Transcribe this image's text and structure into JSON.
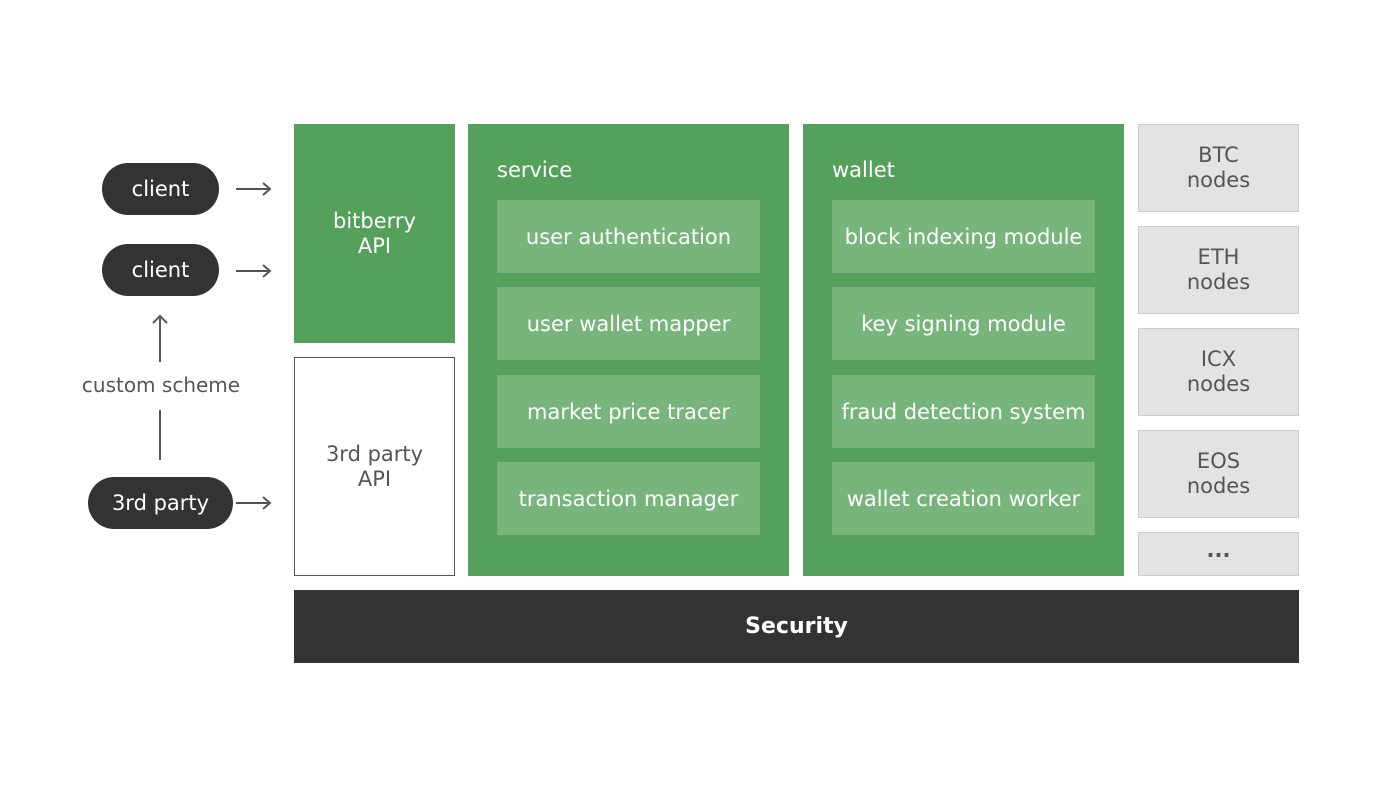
{
  "clients": [
    {
      "label": "client"
    },
    {
      "label": "client"
    },
    {
      "label": "3rd party"
    }
  ],
  "custom_scheme_label": "custom scheme",
  "bitberry_api": {
    "line1": "bitberry",
    "line2": "API"
  },
  "third_party_api": {
    "line1": "3rd party",
    "line2": "API"
  },
  "service": {
    "title": "service",
    "modules": [
      "user authentication",
      "user wallet mapper",
      "market price tracer",
      "transaction manager"
    ]
  },
  "wallet": {
    "title": "wallet",
    "modules": [
      "block indexing module",
      "key signing module",
      "fraud detection system",
      "wallet creation worker"
    ]
  },
  "nodes": [
    {
      "line1": "BTC",
      "line2": "nodes"
    },
    {
      "line1": "ETH",
      "line2": "nodes"
    },
    {
      "line1": "ICX",
      "line2": "nodes"
    },
    {
      "line1": "EOS",
      "line2": "nodes"
    },
    {
      "line1": "...",
      "line2": ""
    }
  ],
  "security_label": "Security",
  "colors": {
    "green": "#55a05b",
    "module_green": "#77b57c",
    "dark": "#333333",
    "node_gray": "#e3e3e3"
  },
  "icons": {
    "right_arrow": "arrow-right-icon",
    "up_arrow": "arrow-up-icon"
  }
}
